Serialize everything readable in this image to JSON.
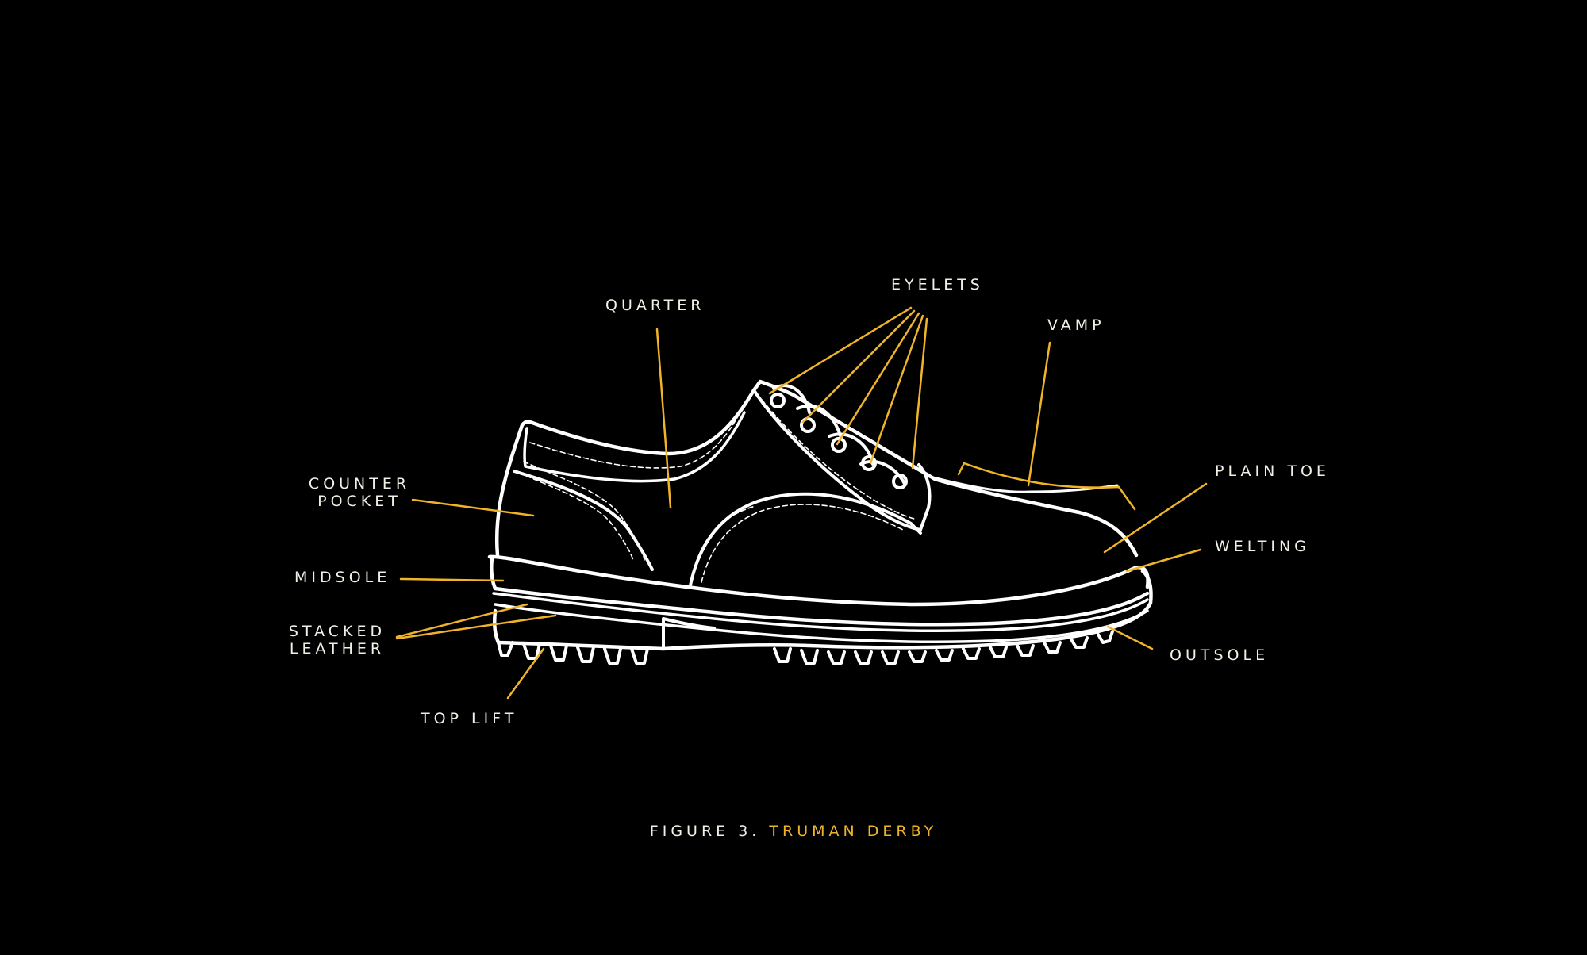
{
  "colors": {
    "background": "#000000",
    "outline": "#ffffff",
    "leader": "#f0b429",
    "label": "#f2efe6",
    "accent": "#f0b429"
  },
  "labels": {
    "quarter": "QUARTER",
    "eyelets": "EYELETS",
    "vamp": "VAMP",
    "plain_toe": "PLAIN TOE",
    "counter_pocket_line1": "COUNTER",
    "counter_pocket_line2": "POCKET",
    "welting": "WELTING",
    "midsole": "MIDSOLE",
    "stacked_leather_line1": "STACKED",
    "stacked_leather_line2": "LEATHER",
    "outsole": "OUTSOLE",
    "top_lift": "TOP LIFT"
  },
  "caption": {
    "prefix": "FIGURE 3.",
    "name": "TRUMAN DERBY"
  }
}
